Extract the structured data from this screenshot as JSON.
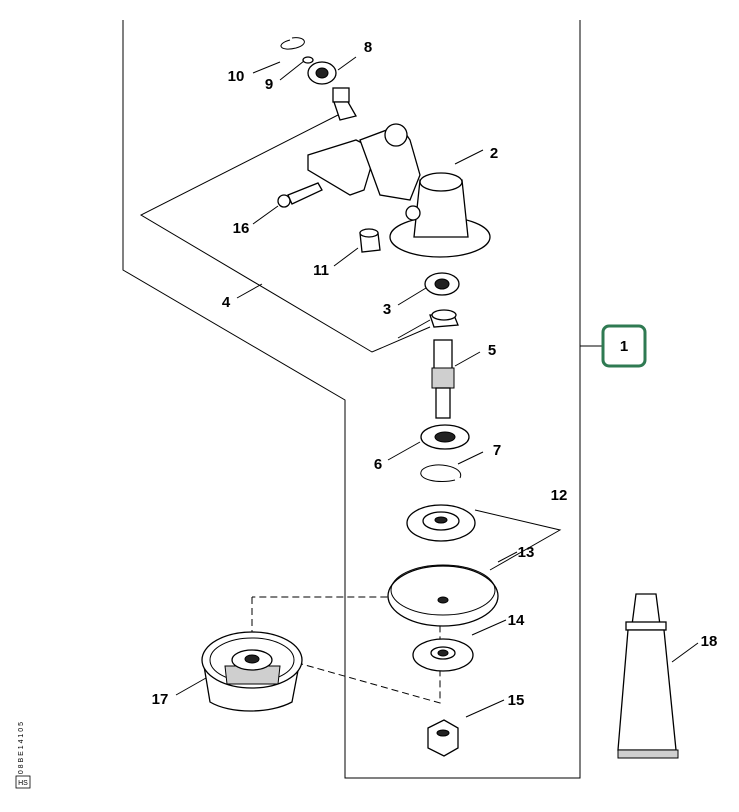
{
  "labels": {
    "p1": "1",
    "p2": "2",
    "p3": "3",
    "p4": "4",
    "p5": "5",
    "p6": "6",
    "p7": "7",
    "p8": "8",
    "p9": "9",
    "p10": "10",
    "p11": "11",
    "p12": "12",
    "p13": "13",
    "p14": "14",
    "p15": "15",
    "p16": "16",
    "p17": "17",
    "p18": "18"
  },
  "side_code": "4 0 8 B E 1 4 1 0 5",
  "side_box": "HS",
  "colors": {
    "highlight": "#2f7a52",
    "line": "#000000",
    "background": "#ffffff"
  }
}
